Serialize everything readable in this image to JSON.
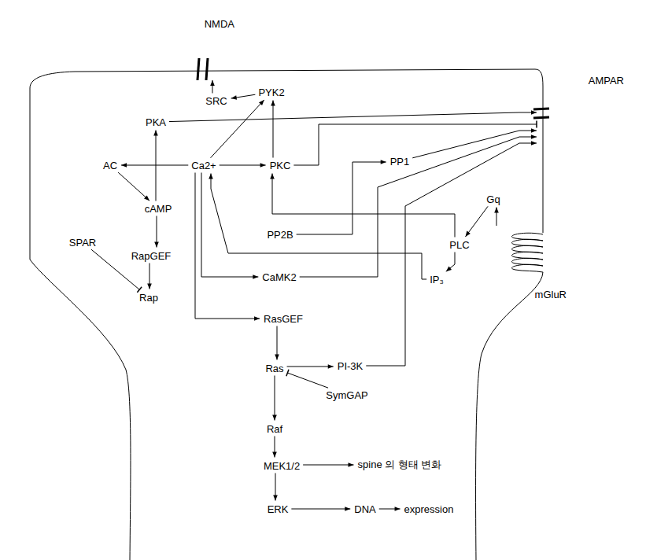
{
  "diagram": {
    "nodes": [
      {
        "text": [
          "NMDA"
        ]
      },
      {
        "text": [
          "AMPAR"
        ]
      },
      {
        "text": [
          "PYK2"
        ]
      },
      {
        "text": [
          "SRC"
        ]
      },
      {
        "text": [
          "PKA"
        ]
      },
      {
        "text": [
          "PP1"
        ]
      },
      {
        "text": [
          "AC"
        ]
      },
      {
        "text": [
          "Ca2+"
        ]
      },
      {
        "text": [
          "PKC"
        ]
      },
      {
        "text": [
          "Gq"
        ]
      },
      {
        "text": [
          "cAMP"
        ]
      },
      {
        "text": [
          "PP2B"
        ]
      },
      {
        "text": [
          "SPAR"
        ]
      },
      {
        "text": [
          "PLC"
        ]
      },
      {
        "text": [
          "RapGEF"
        ]
      },
      {
        "text": [
          "CaMK2"
        ]
      },
      {
        "text": [
          "IP₃"
        ]
      },
      {
        "text": [
          "mGluR"
        ]
      },
      {
        "text": [
          "Rap"
        ]
      },
      {
        "text": [
          "RasGEF"
        ]
      },
      {
        "text": [
          "PI-3K"
        ]
      },
      {
        "text": [
          "Ras"
        ]
      },
      {
        "text": [
          "SymGAP"
        ]
      },
      {
        "text": [
          "Raf"
        ]
      },
      {
        "text": [
          "spine 의 형태 변화"
        ]
      },
      {
        "text": [
          "MEK1/2"
        ]
      },
      {
        "text": [
          "ERK"
        ]
      },
      {
        "text": [
          "DNA"
        ]
      },
      {
        "text": [
          "expression"
        ]
      }
    ],
    "edges": [
      {
        "from": 7,
        "to": 6,
        "arrow": "to"
      },
      {
        "from": 6,
        "to": 10,
        "arrow": "to"
      },
      {
        "from": 10,
        "to": 4,
        "arrow": "to"
      },
      {
        "from": 10,
        "to": 14,
        "arrow": "to"
      },
      {
        "from": 14,
        "to": 18,
        "arrow": "to"
      },
      {
        "from": 12,
        "to": 18,
        "arrow": "to"
      },
      {
        "from": 4,
        "to": 1,
        "arrow": "to"
      },
      {
        "from": 7,
        "to": 2,
        "arrow": "to"
      },
      {
        "from": 8,
        "to": 2,
        "arrow": "to"
      },
      {
        "from": 2,
        "to": 3,
        "arrow": "to"
      },
      {
        "from": 3,
        "to": 0,
        "arrow": "to"
      },
      {
        "from": 7,
        "to": 8,
        "arrow": "to"
      },
      {
        "from": 8,
        "to": 1,
        "arrow": "to"
      },
      {
        "from": 11,
        "to": 5,
        "arrow": "to"
      },
      {
        "from": 5,
        "to": 1,
        "arrow": "to"
      },
      {
        "from": 7,
        "to": 15,
        "arrow": "to"
      },
      {
        "from": 15,
        "to": 1,
        "arrow": "to"
      },
      {
        "from": 17,
        "to": 9,
        "arrow": "to"
      },
      {
        "from": 9,
        "to": 13,
        "arrow": "to"
      },
      {
        "from": 13,
        "to": 8,
        "arrow": "to"
      },
      {
        "from": 13,
        "to": 16,
        "arrow": "to"
      },
      {
        "from": 16,
        "to": 7,
        "arrow": "to"
      },
      {
        "from": 7,
        "to": 19,
        "arrow": "to"
      },
      {
        "from": 19,
        "to": 21,
        "arrow": "to"
      },
      {
        "from": 21,
        "to": 20,
        "arrow": "to"
      },
      {
        "from": 20,
        "to": 1,
        "arrow": "to"
      },
      {
        "from": 21,
        "to": 23,
        "arrow": "to"
      },
      {
        "from": 22,
        "to": 21,
        "arrow": "to"
      },
      {
        "from": 23,
        "to": 25,
        "arrow": "to"
      },
      {
        "from": 25,
        "to": 24,
        "arrow": "to"
      },
      {
        "from": 25,
        "to": 26,
        "arrow": "to"
      },
      {
        "from": 26,
        "to": 27,
        "arrow": "to"
      },
      {
        "from": 27,
        "to": 28,
        "arrow": "to"
      }
    ]
  }
}
